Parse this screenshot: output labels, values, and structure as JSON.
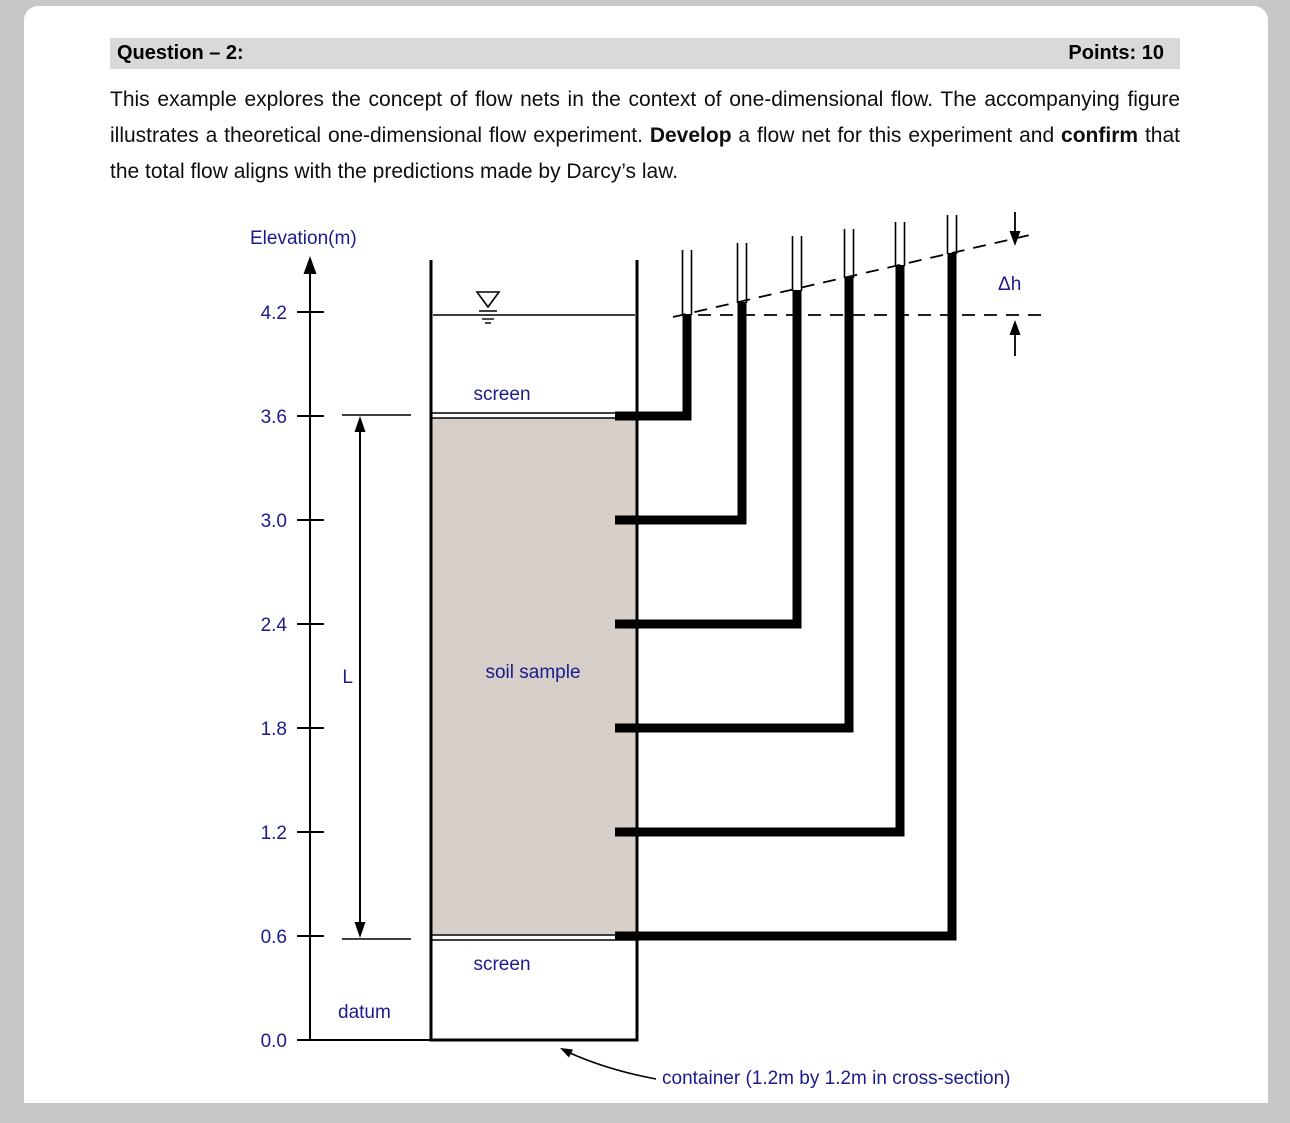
{
  "header": {
    "question_label": "Question – 2:",
    "points_label": "Points: 10",
    "bg_color": "#d9d9d9"
  },
  "body": {
    "part1": "This example explores the concept of flow nets in the context of one-dimensional flow. The accompanying figure illustrates a theoretical one-dimensional flow experiment. ",
    "bold1": "Develop",
    "part2": " a flow net for this experiment and ",
    "bold2": "confirm",
    "part3": " that the total flow aligns with the predictions made by Darcy’s law."
  },
  "figure": {
    "axis_label": "Elevation(m)",
    "ticks": [
      "4.2",
      "3.6",
      "3.0",
      "2.4",
      "1.8",
      "1.2",
      "0.6",
      "0.0"
    ],
    "screen_top": "screen",
    "screen_bottom": "screen",
    "soil_label": "soil sample",
    "length_label": "L",
    "datum_label": "datum",
    "delta_h_label": "Δh",
    "container_label": "container (1.2m by 1.2m in cross-section)",
    "colors": {
      "label": "#1b1b8e",
      "soil": "#d6cec8",
      "tube": "#000000"
    }
  }
}
